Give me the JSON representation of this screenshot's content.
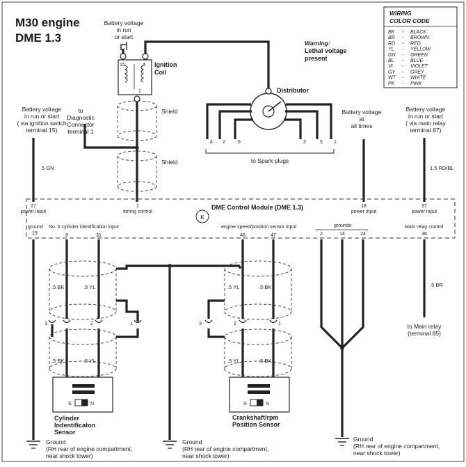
{
  "title": {
    "line1": "M30 engine",
    "line2": "DME 1.3"
  },
  "warning": {
    "line1": "Warning:",
    "line2": "Lethal voltage",
    "line3": "present"
  },
  "color_code": {
    "title1": "WIRING",
    "title2": "COLOR CODE",
    "rows": [
      {
        "code": "BK",
        "name": "BLACK"
      },
      {
        "code": "BR",
        "name": "BROWN"
      },
      {
        "code": "RD",
        "name": "RED"
      },
      {
        "code": "YL",
        "name": "YELLOW"
      },
      {
        "code": "GN",
        "name": "GREEN"
      },
      {
        "code": "BL",
        "name": "BLUE"
      },
      {
        "code": "VI",
        "name": "VIOLET"
      },
      {
        "code": "GY",
        "name": "GREY"
      },
      {
        "code": "WT",
        "name": "WHITE"
      },
      {
        "code": "PK",
        "name": "PINK"
      }
    ]
  },
  "coil": {
    "supply1": "Battery voltage",
    "supply2": "in run",
    "supply3": "or start",
    "name1": "Ignition",
    "name2": "Coil",
    "pin15": "15",
    "pin4": "4",
    "pin1": "1"
  },
  "distributor": {
    "label": "Distributor",
    "pins": [
      "4",
      "2",
      "6",
      "3",
      "5",
      "1"
    ],
    "to_plugs": "to Spark plugs"
  },
  "shield": {
    "label": "Shield"
  },
  "diagnostic": {
    "line1": "to",
    "line2": "Diagnostic",
    "line3": "Connector",
    "line4": "terminal 1"
  },
  "batt_left": {
    "line1": "Battery voltage",
    "line2": "in run or start",
    "line3": "( via ignition switch",
    "line4": "terminal 15)",
    "wire": ".5 GN"
  },
  "batt_mid": {
    "line1": "Battery voltage",
    "line2": "at",
    "line3": "all times"
  },
  "batt_right": {
    "line1": "Battery voltage",
    "line2": "in run or start",
    "line3": "( via main relay",
    "line4": "terminal 87)",
    "wire": "1.5 RD/BL"
  },
  "module": {
    "name": "DME Control Module  (DME 1.3)",
    "logo": "K",
    "top_pins": [
      {
        "num": "27",
        "label": "power input"
      },
      {
        "num": "1",
        "label": "timing control"
      },
      {
        "num": "18",
        "label": "power input"
      },
      {
        "num": "37",
        "label": "power input"
      }
    ],
    "ground_label": "ground",
    "ground_pin": "19",
    "cyl_input_label": "No. 6 cylinder identification input",
    "cyl_pins": [
      "8",
      "31"
    ],
    "speed_input_label": "engine speed/position sensor input",
    "speed_pins": [
      "48",
      "47"
    ],
    "grounds_label": "grounds",
    "ground_pins": [
      "2",
      "14",
      "24"
    ],
    "relay_label": "Main relay control",
    "relay_pin": "36"
  },
  "wires": {
    "bk": ".5 BK",
    "yl": ".5 YL",
    "br": ".5 BR"
  },
  "connector_pins": [
    "3",
    "2",
    "1"
  ],
  "cyl_sensor": {
    "line1": "Cylinder",
    "line2": "Indentificaton",
    "line3": "Sensor"
  },
  "crank_sensor": {
    "line1": "Crankshaft/rpm",
    "line2": "Position Sensor"
  },
  "sensor_poles": {
    "s": "S",
    "n": "N"
  },
  "main_relay": {
    "line1": "to Main relay",
    "line2": "(terminal 85)"
  },
  "ground_note": {
    "line1": "Ground",
    "line2": "(RH rear of engine compartment,",
    "line3": "near shock tower)"
  }
}
